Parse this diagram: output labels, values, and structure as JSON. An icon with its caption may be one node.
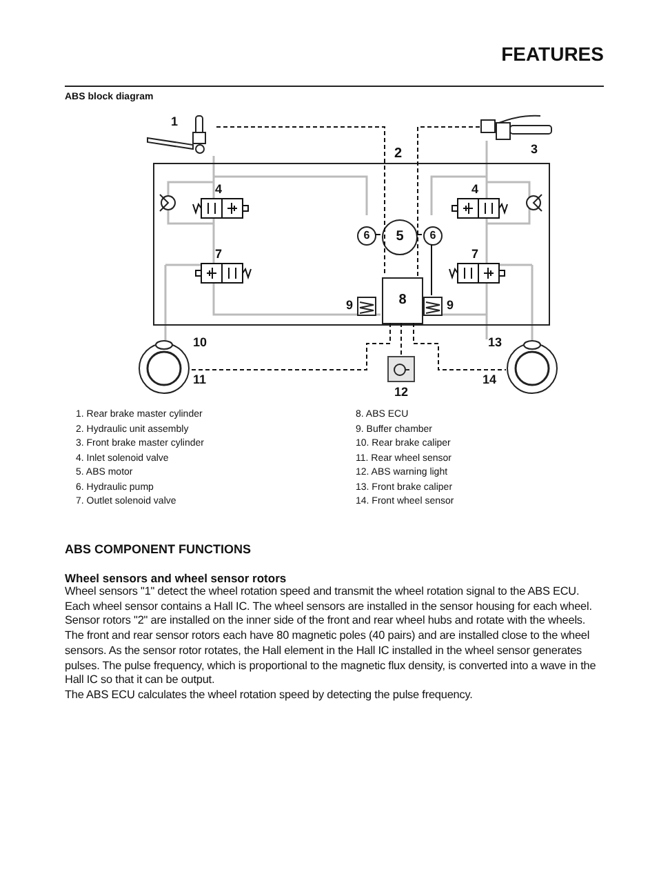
{
  "diagram": {
    "title": "ABS block diagram",
    "nodes": [
      {
        "text": [
          "2"
        ]
      },
      {
        "text": [
          "5"
        ],
        "in": 0
      },
      {
        "text": [
          "6"
        ],
        "in": 0
      },
      {
        "text": [
          "6"
        ],
        "in": 0
      },
      {
        "text": [
          "8"
        ],
        "in": 0
      },
      {
        "text": [],
        "shape": "picture",
        "beside": [
          "1"
        ]
      },
      {
        "text": [],
        "shape": "picture",
        "beside": [
          "3"
        ]
      },
      {
        "text": [],
        "shape": "picture",
        "beside": [
          "10",
          "11"
        ]
      },
      {
        "text": [],
        "shape": "picture",
        "beside": [
          "13",
          "14"
        ]
      },
      {
        "text": [],
        "shape": "box",
        "beside": [
          "12"
        ]
      },
      {
        "text": [],
        "shape": "box",
        "in": 0,
        "beside": [
          "9"
        ]
      },
      {
        "text": [],
        "shape": "box",
        "in": 0,
        "beside": [
          "9"
        ]
      }
    ],
    "edges": [
      {
        "from": 5,
        "to": 4,
        "arrow": "none",
        "style": "dashed"
      },
      {
        "from": 6,
        "to": 4,
        "arrow": "none",
        "style": "dashed"
      },
      {
        "from": 4,
        "to": 7,
        "arrow": "none",
        "style": "dashed"
      },
      {
        "from": 4,
        "to": 9,
        "arrow": "none",
        "style": "dashed"
      },
      {
        "from": 4,
        "to": 8,
        "arrow": "none",
        "style": "dashed"
      },
      {
        "from": 2,
        "to": 1,
        "arrow": "none"
      },
      {
        "from": 1,
        "to": 3,
        "arrow": "none"
      },
      {
        "from": 3,
        "to": 11,
        "arrow": "none"
      }
    ],
    "labels": [
      "FEATURES",
      "4",
      "4",
      "7",
      "7",
      "1. Rear brake master cylinder",
      "2. Hydraulic unit assembly",
      "3. Front brake master cylinder",
      "4. Inlet solenoid valve",
      "5. ABS motor",
      "6. Hydraulic pump",
      "7. Outlet solenoid valve",
      "8. ABS ECU",
      "9. Buffer chamber",
      "10. Rear brake caliper",
      "11. Rear wheel sensor",
      "12. ABS warning light",
      "13. Front brake caliper",
      "14. Front wheel sensor",
      "ABS COMPONENT FUNCTIONS",
      "Wheel sensors and wheel sensor rotors",
      "Wheel sensors \"1\" detect the wheel rotation speed and transmit the wheel rotation signal to the ABS ECU.",
      "Each wheel sensor contains a Hall IC. The wheel sensors are installed in the sensor housing for each wheel.",
      "Sensor rotors \"2\" are installed on the inner side of the front and rear wheel hubs and rotate with the wheels.",
      "The front and rear sensor rotors each have 80 magnetic poles (40 pairs) and are installed close to the wheel sensors. As the sensor rotor rotates, the Hall element in the Hall IC installed in the wheel sensor generates pulses. The pulse frequency, which is proportional to the magnetic flux density, is converted into a wave in the Hall IC so that it can be output.",
      "The ABS ECU calculates the wheel rotation speed by detecting the pulse frequency."
    ]
  }
}
